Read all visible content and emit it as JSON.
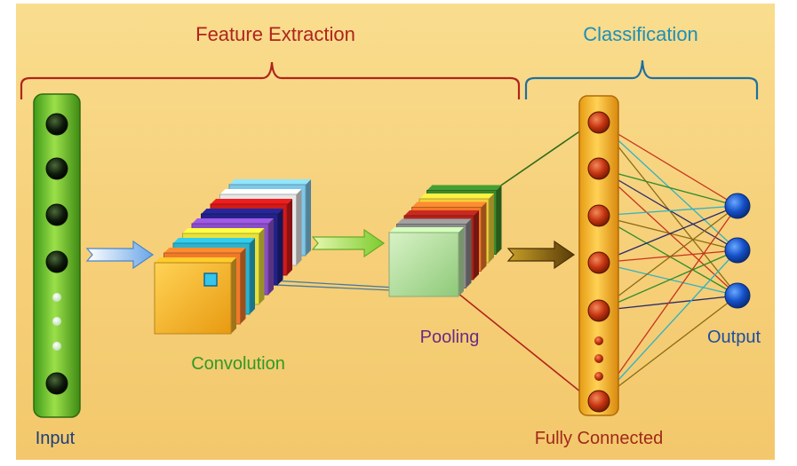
{
  "labels": {
    "feature_extraction": "Feature Extraction",
    "classification": "Classification",
    "input": "Input",
    "convolution": "Convolution",
    "pooling": "Pooling",
    "fully_connected": "Fully Connected",
    "output": "Output"
  },
  "colors": {
    "background": "#f7d27a",
    "feature_extraction": "#b0241c",
    "classification": "#1f8fb5",
    "input_label": "#1c3e7a",
    "convolution": "#2f9a25",
    "pooling": "#6a2a84",
    "fully_connected": "#a02a1a",
    "output": "#1c4fa0",
    "conv_layers": [
      "#7ec8e8",
      "#e6e6e6",
      "#d11a1a",
      "#222288",
      "#8a4ec8",
      "#e9e13a",
      "#2bb3cf",
      "#f07a2a",
      "#f3b126"
    ],
    "pool_layers": [
      "#3d8a2a",
      "#f1d23a",
      "#f07a2a",
      "#b0241c",
      "#8c8c8c",
      "#b8e3a4"
    ],
    "connection_colors": [
      "#c8321e",
      "#2e8c2a",
      "#2fb2c2",
      "#2b2b6a",
      "#8a6a14"
    ]
  },
  "network": {
    "input_nodes": [
      "dark",
      "dark",
      "dark",
      "dark",
      "small",
      "small",
      "small",
      "dark"
    ],
    "fc_nodes": [
      "big",
      "big",
      "big",
      "big",
      "big",
      "dot",
      "dot",
      "dot",
      "big"
    ],
    "output_nodes": 3
  }
}
